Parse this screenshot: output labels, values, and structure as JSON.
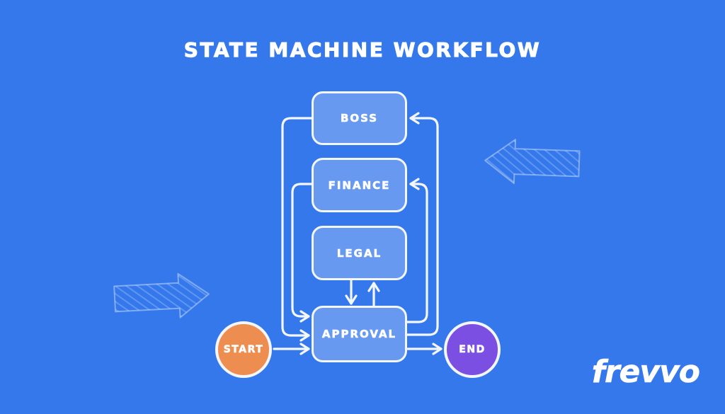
{
  "title": "STATE MACHINE WORKFLOW",
  "logo": {
    "text": "frevvo"
  },
  "colors": {
    "bg": "#3478ec",
    "node_fill": "#6899f1",
    "stroke": "#f3f7fd",
    "start_fill": "#ee8d50",
    "end_fill": "#7a4fe2",
    "text": "#ffffff",
    "decor_stroke": "rgba(255,255,255,0.38)",
    "decor_hatch": "rgba(255,255,255,0.22)"
  },
  "diagram": {
    "type": "state-machine-flowchart",
    "nodes": {
      "boss": {
        "label": "BOSS",
        "shape": "rect"
      },
      "finance": {
        "label": "FINANCE",
        "shape": "rect"
      },
      "legal": {
        "label": "LEGAL",
        "shape": "rect"
      },
      "approval": {
        "label": "APPROVAL",
        "shape": "rect"
      },
      "start": {
        "label": "START",
        "shape": "circle",
        "color": "#ee8d50"
      },
      "end": {
        "label": "END",
        "shape": "circle",
        "color": "#7a4fe2"
      }
    },
    "edges": [
      {
        "from": "start",
        "to": "approval"
      },
      {
        "from": "approval",
        "to": "end"
      },
      {
        "from": "legal",
        "to": "approval"
      },
      {
        "from": "approval",
        "to": "legal"
      },
      {
        "from": "boss",
        "to": "approval"
      },
      {
        "from": "finance",
        "to": "approval"
      },
      {
        "from": "approval",
        "to": "boss"
      },
      {
        "from": "approval",
        "to": "finance"
      }
    ],
    "decorations": [
      {
        "name": "hatched-arrow-right",
        "side": "left"
      },
      {
        "name": "hatched-arrow-left",
        "side": "right"
      }
    ]
  }
}
